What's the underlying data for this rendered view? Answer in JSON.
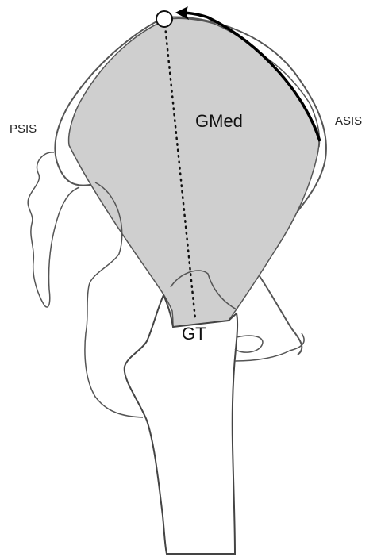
{
  "labels": {
    "muscle": "GMed",
    "trochanter": "GT",
    "posterior_spine": "PSIS",
    "anterior_spine": "ASIS"
  },
  "colors": {
    "muscle_fill": "#cfcfcf",
    "outline": "#555555",
    "line_of_action": "#111111",
    "arrow": "#000000",
    "background": "#ffffff"
  }
}
